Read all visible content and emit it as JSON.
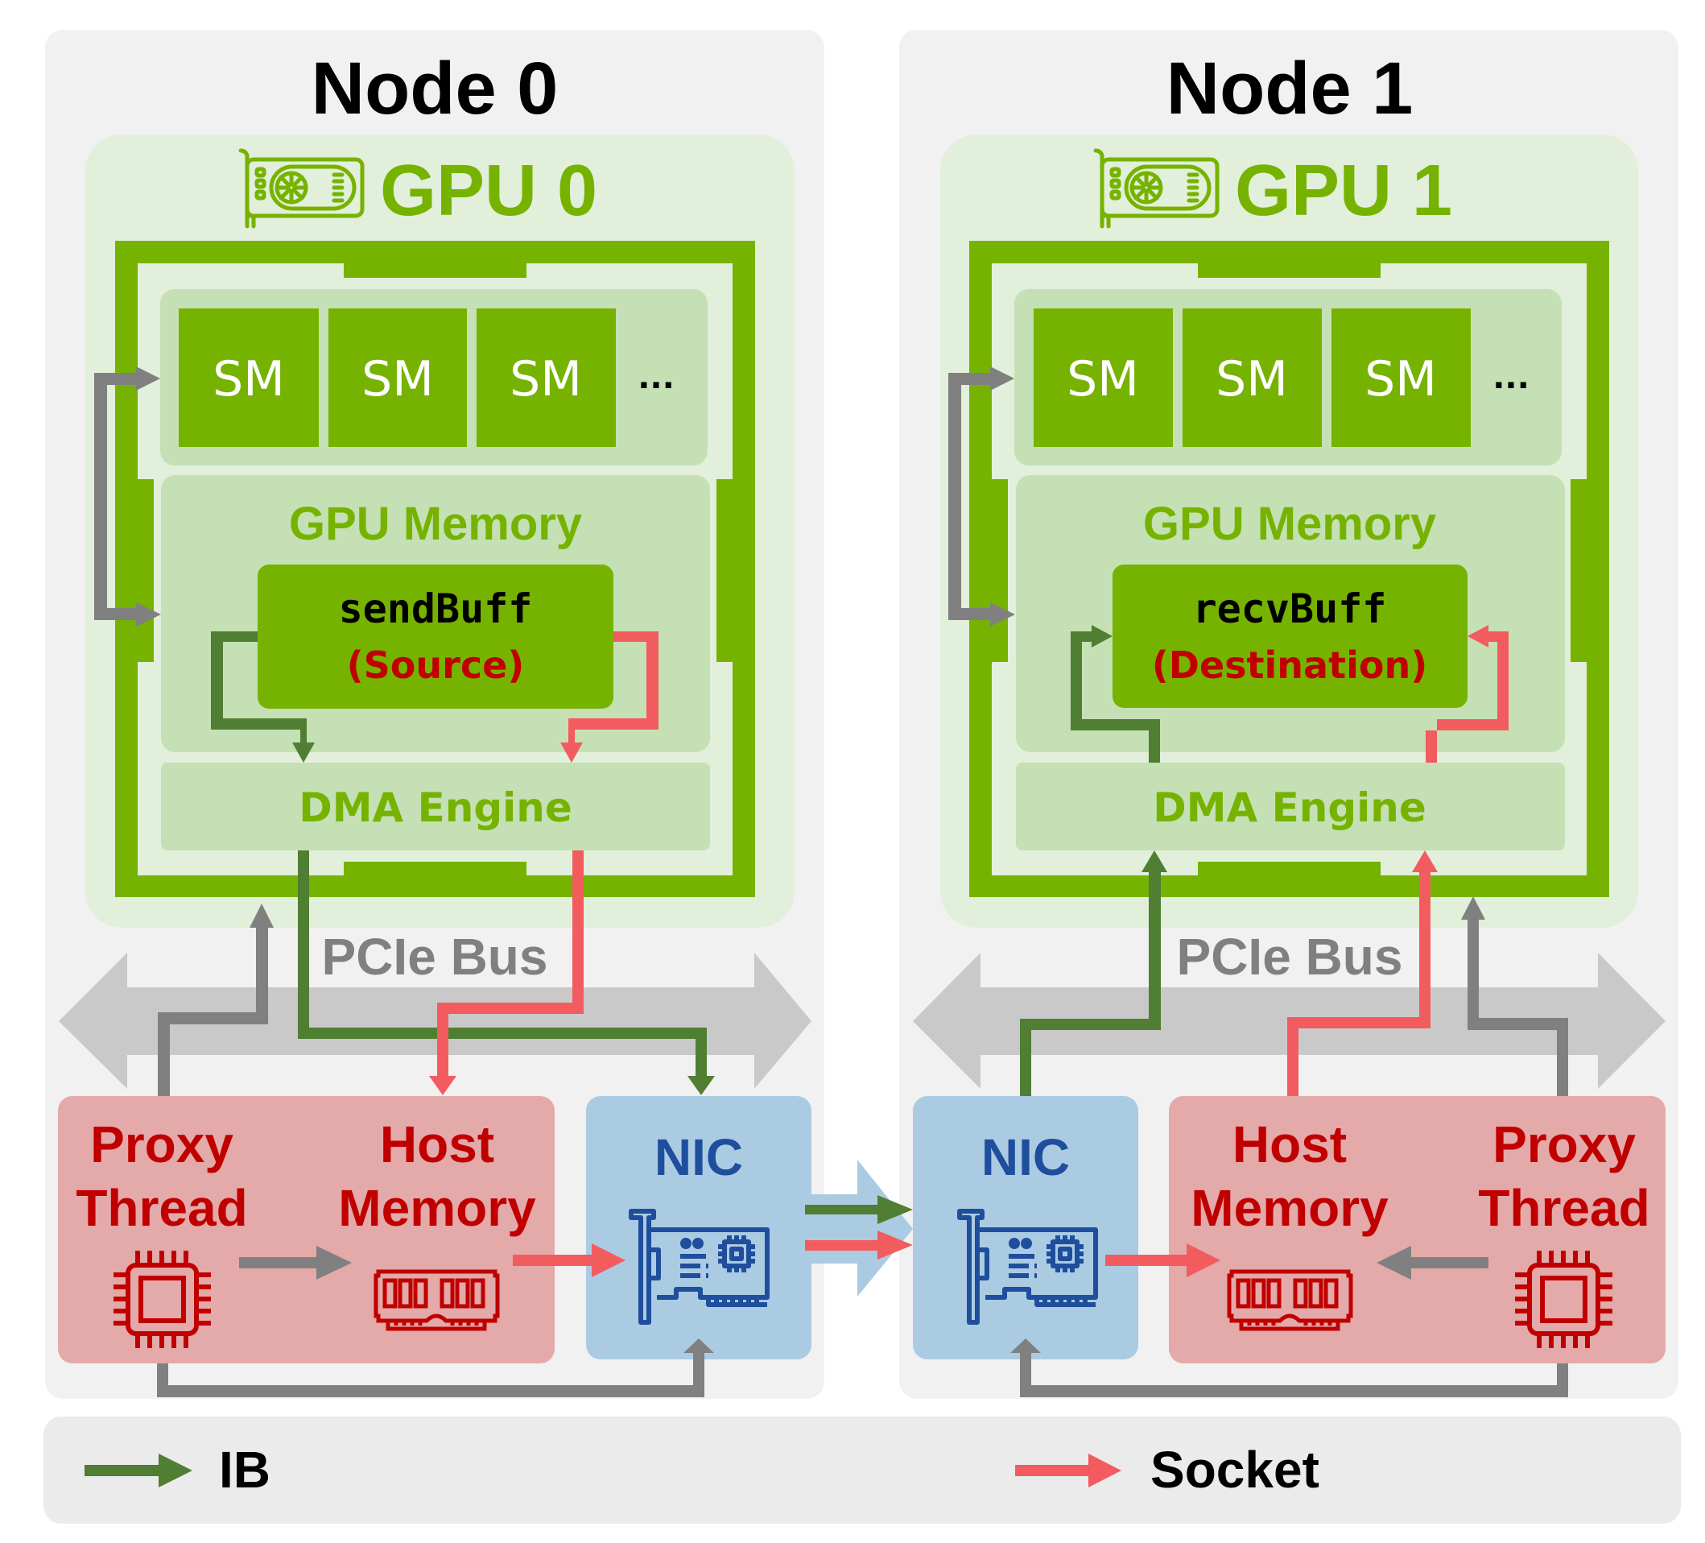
{
  "colors": {
    "node_panel": "#f1f1f1",
    "legend_panel": "#ebebeb",
    "gpu_panel": "#e2efda",
    "gpu_green": "#76b300",
    "gpu_inner": "#c5e0b4",
    "ib": "#507e32",
    "socket": "#f25c5f",
    "control": "#808080",
    "pcie": "#c9c9c9",
    "host_box": "#e4a9a9",
    "host_text": "#c00000",
    "nic_box": "#abcbe3",
    "nic_text": "#1f4e9c",
    "role_text": "#c00000"
  },
  "nodes": [
    {
      "title": "Node 0",
      "gpu_label": "GPU 0",
      "sm_labels": [
        "SM",
        "SM",
        "SM"
      ],
      "sm_more": "...",
      "gpu_memory_label": "GPU Memory",
      "buffer_name": "sendBuff",
      "buffer_role": "(Source)",
      "dma_label": "DMA Engine",
      "pcie_label": "PCIe Bus",
      "proxy_label": [
        "Proxy",
        "Thread"
      ],
      "host_memory_label": [
        "Host",
        "Memory"
      ],
      "nic_label": "NIC"
    },
    {
      "title": "Node 1",
      "gpu_label": "GPU 1",
      "sm_labels": [
        "SM",
        "SM",
        "SM"
      ],
      "sm_more": "...",
      "gpu_memory_label": "GPU Memory",
      "buffer_name": "recvBuff",
      "buffer_role": "(Destination)",
      "dma_label": "DMA Engine",
      "pcie_label": "PCIe Bus",
      "proxy_label": [
        "Proxy",
        "Thread"
      ],
      "host_memory_label": [
        "Host",
        "Memory"
      ],
      "nic_label": "NIC"
    }
  ],
  "legend": [
    {
      "label": "IB",
      "color_key": "ib"
    },
    {
      "label": "Socket",
      "color_key": "socket"
    }
  ],
  "icons": {
    "gpu_card": "gpu-card-icon",
    "cpu": "cpu-chip-icon",
    "ram": "ram-module-icon",
    "nic": "network-card-icon"
  }
}
